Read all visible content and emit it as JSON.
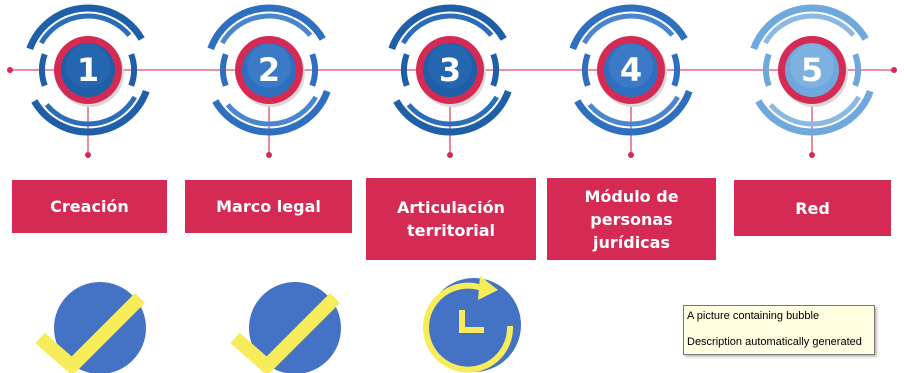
{
  "steps": [
    {
      "number": "1",
      "label": "Creación"
    },
    {
      "number": "2",
      "label": "Marco legal"
    },
    {
      "number": "3",
      "label": "Articulación\nterritorial"
    },
    {
      "number": "4",
      "label": "Módulo de\npersonas\njurídicas"
    },
    {
      "number": "5",
      "label": "Red"
    }
  ],
  "status": [
    "check-icon",
    "check-icon",
    "in-progress-clock-icon"
  ],
  "colors": {
    "accent": "#d42a54",
    "blue_dark": "#1f5fa8",
    "blue_light": "#6fa8dc",
    "yellow": "#f7ec5a",
    "status_blue": "#4472c4"
  },
  "tooltip": {
    "line1": "A picture containing bubble",
    "line2": "Description automatically generated"
  }
}
